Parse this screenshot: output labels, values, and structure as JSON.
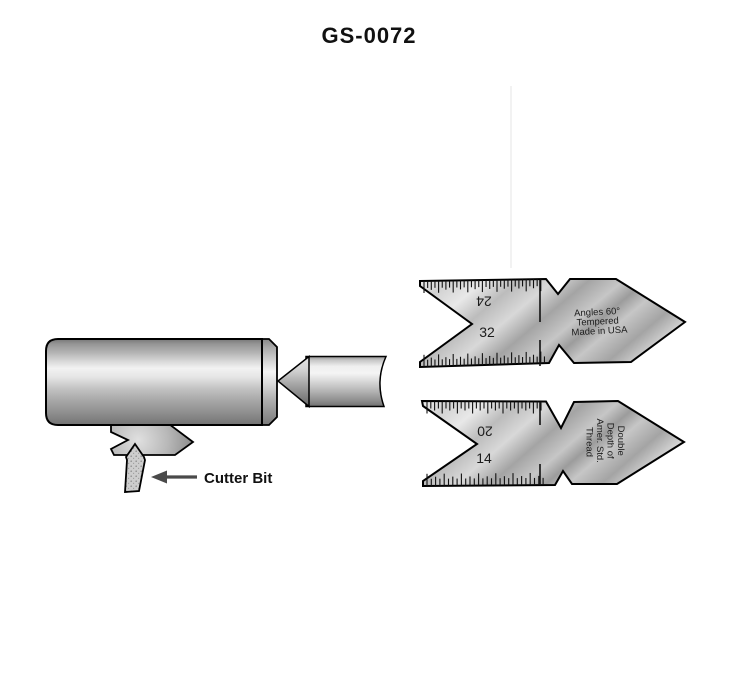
{
  "title": "GS-0072",
  "cutter_bit": {
    "label": "Cutter Bit"
  },
  "upper_gauge": {
    "scale_upper": "24",
    "scale_lower": "32",
    "inscription": [
      "Angles 60°",
      "Tempered",
      "Made in USA"
    ],
    "top_ticks": 33,
    "bottom_ticks": 34
  },
  "lower_gauge": {
    "scale_upper": "20",
    "scale_lower": "14",
    "inscription": [
      "Double",
      "Depth of",
      "Amer. Std.",
      "Thread"
    ],
    "top_ticks": 31,
    "bottom_ticks": 28
  },
  "colors": {
    "background": "#ffffff",
    "outline": "#000000",
    "arrow": "#4a4a4a",
    "metal_highlight": "#f2f2f2",
    "metal_shadow": "#6e6e6e"
  }
}
